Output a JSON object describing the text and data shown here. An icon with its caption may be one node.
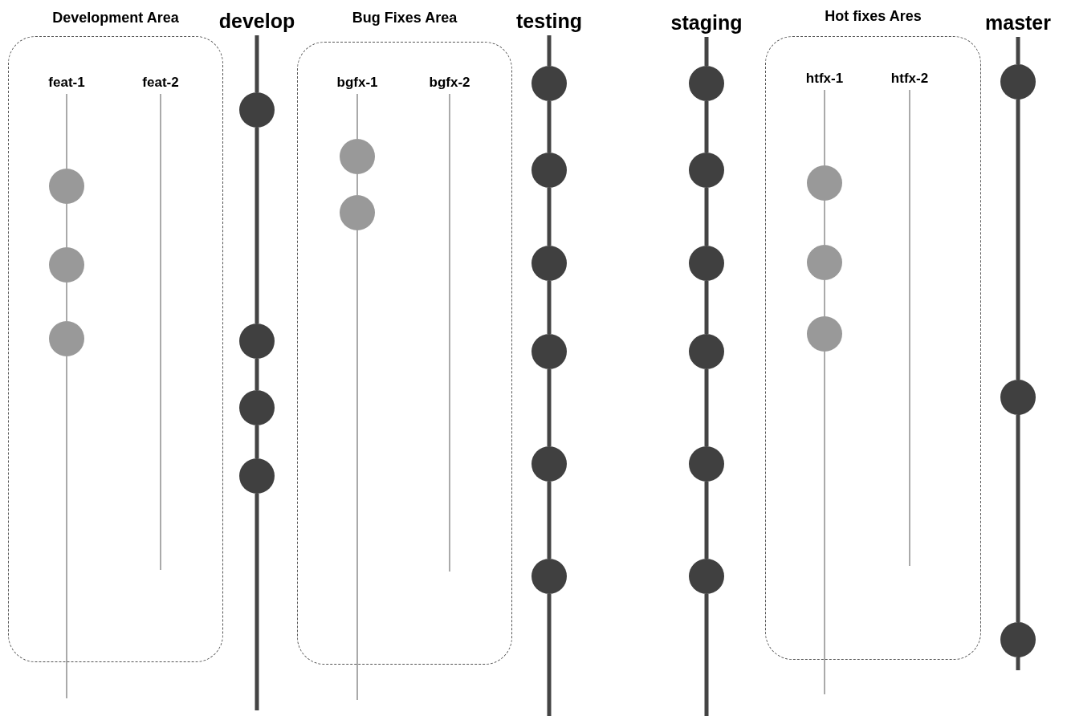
{
  "diagram": {
    "nodes": [
      {
        "text": [
          "Development Area"
        ]
      },
      {
        "text": [
          "feat-1"
        ],
        "in": 0
      },
      {
        "text": [],
        "shape": "circle",
        "in": 0
      },
      {
        "text": [],
        "shape": "circle",
        "in": 0
      },
      {
        "text": [],
        "shape": "circle",
        "in": 0
      },
      {
        "text": [
          "feat-2"
        ],
        "in": 0
      },
      {
        "text": [
          "develop"
        ]
      },
      {
        "text": [],
        "shape": "circle"
      },
      {
        "text": [],
        "shape": "circle"
      },
      {
        "text": [],
        "shape": "circle"
      },
      {
        "text": [],
        "shape": "circle"
      },
      {
        "text": [
          "Bug Fixes Area"
        ]
      },
      {
        "text": [
          "bgfx-1"
        ],
        "in": 11
      },
      {
        "text": [],
        "shape": "circle",
        "in": 11
      },
      {
        "text": [],
        "shape": "circle",
        "in": 11
      },
      {
        "text": [
          "bgfx-2"
        ],
        "in": 11
      },
      {
        "text": [
          "testing"
        ]
      },
      {
        "text": [],
        "shape": "circle"
      },
      {
        "text": [],
        "shape": "circle"
      },
      {
        "text": [],
        "shape": "circle"
      },
      {
        "text": [],
        "shape": "circle"
      },
      {
        "text": [],
        "shape": "circle"
      },
      {
        "text": [],
        "shape": "circle"
      },
      {
        "text": [
          "staging"
        ]
      },
      {
        "text": [],
        "shape": "circle"
      },
      {
        "text": [],
        "shape": "circle"
      },
      {
        "text": [],
        "shape": "circle"
      },
      {
        "text": [],
        "shape": "circle"
      },
      {
        "text": [],
        "shape": "circle"
      },
      {
        "text": [],
        "shape": "circle"
      },
      {
        "text": [
          "Hot fixes Ares"
        ]
      },
      {
        "text": [
          "htfx-1"
        ],
        "in": 30
      },
      {
        "text": [],
        "shape": "circle",
        "in": 30
      },
      {
        "text": [],
        "shape": "circle",
        "in": 30
      },
      {
        "text": [],
        "shape": "circle",
        "in": 30
      },
      {
        "text": [
          "htfx-2"
        ],
        "in": 30
      },
      {
        "text": [
          "master"
        ]
      },
      {
        "text": [],
        "shape": "circle"
      },
      {
        "text": [],
        "shape": "circle"
      },
      {
        "text": [],
        "shape": "circle"
      }
    ],
    "edges": [
      {
        "from": 1,
        "to": 2,
        "arrow": "none",
        "color": "#aaaaaa"
      },
      {
        "from": 2,
        "to": 3,
        "arrow": "none",
        "color": "#aaaaaa"
      },
      {
        "from": 3,
        "to": 4,
        "arrow": "none",
        "color": "#aaaaaa"
      },
      {
        "from": 4,
        "to": null,
        "arrow": "none",
        "color": "#aaaaaa"
      },
      {
        "from": 5,
        "to": null,
        "arrow": "none",
        "color": "#aaaaaa"
      },
      {
        "from": 6,
        "to": 7,
        "arrow": "none"
      },
      {
        "from": 7,
        "to": 8,
        "arrow": "none"
      },
      {
        "from": 8,
        "to": 9,
        "arrow": "none"
      },
      {
        "from": 9,
        "to": 10,
        "arrow": "none"
      },
      {
        "from": 10,
        "to": null,
        "arrow": "none"
      },
      {
        "from": 12,
        "to": 13,
        "arrow": "none",
        "color": "#aaaaaa"
      },
      {
        "from": 13,
        "to": 14,
        "arrow": "none",
        "color": "#aaaaaa"
      },
      {
        "from": 14,
        "to": null,
        "arrow": "none",
        "color": "#aaaaaa"
      },
      {
        "from": 15,
        "to": null,
        "arrow": "none",
        "color": "#aaaaaa"
      },
      {
        "from": 16,
        "to": 17,
        "arrow": "none"
      },
      {
        "from": 17,
        "to": 18,
        "arrow": "none"
      },
      {
        "from": 18,
        "to": 19,
        "arrow": "none"
      },
      {
        "from": 19,
        "to": 20,
        "arrow": "none"
      },
      {
        "from": 20,
        "to": 21,
        "arrow": "none"
      },
      {
        "from": 21,
        "to": 22,
        "arrow": "none"
      },
      {
        "from": 22,
        "to": null,
        "arrow": "none"
      },
      {
        "from": 23,
        "to": 24,
        "arrow": "none"
      },
      {
        "from": 24,
        "to": 25,
        "arrow": "none"
      },
      {
        "from": 25,
        "to": 26,
        "arrow": "none"
      },
      {
        "from": 26,
        "to": 27,
        "arrow": "none"
      },
      {
        "from": 27,
        "to": 28,
        "arrow": "none"
      },
      {
        "from": 28,
        "to": 29,
        "arrow": "none"
      },
      {
        "from": 29,
        "to": null,
        "arrow": "none"
      },
      {
        "from": 31,
        "to": 32,
        "arrow": "none",
        "color": "#aaaaaa"
      },
      {
        "from": 32,
        "to": 33,
        "arrow": "none",
        "color": "#aaaaaa"
      },
      {
        "from": 33,
        "to": 34,
        "arrow": "none",
        "color": "#aaaaaa"
      },
      {
        "from": 34,
        "to": null,
        "arrow": "none",
        "color": "#aaaaaa"
      },
      {
        "from": 35,
        "to": null,
        "arrow": "none",
        "color": "#aaaaaa"
      },
      {
        "from": 36,
        "to": 37,
        "arrow": "none"
      },
      {
        "from": 37,
        "to": 38,
        "arrow": "none"
      },
      {
        "from": 38,
        "to": 39,
        "arrow": "none"
      },
      {
        "from": 39,
        "to": null,
        "arrow": "none"
      }
    ]
  }
}
